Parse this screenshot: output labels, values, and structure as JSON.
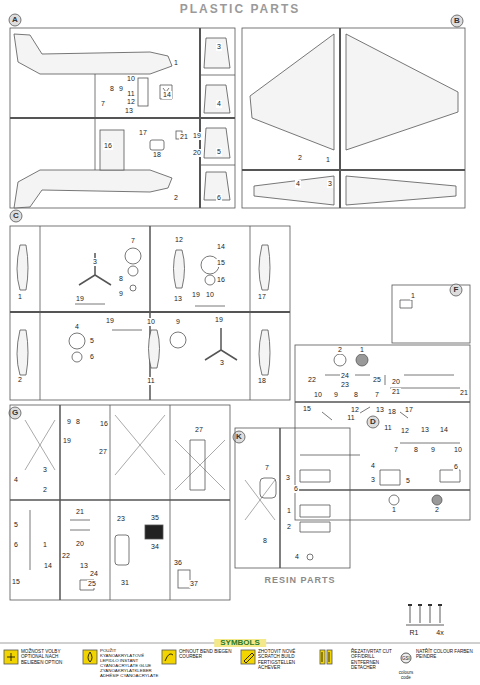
{
  "diagram": {
    "title": "PLASTIC PARTS",
    "labels": [
      "A",
      "1",
      "2",
      "3",
      "4",
      "5",
      "6",
      "10",
      "8",
      "9",
      "11",
      "12",
      "13",
      "7",
      "14",
      "21",
      "16",
      "17",
      "18",
      "19",
      "20",
      "B",
      "2",
      "1",
      "4",
      "3",
      "C",
      "1",
      "3",
      "7",
      "8",
      "9",
      "12",
      "13",
      "14",
      "15",
      "16",
      "19",
      "10",
      "17",
      "19",
      "2",
      "4",
      "19",
      "5",
      "6",
      "10",
      "11",
      "9",
      "19",
      "3",
      "18",
      "F",
      "1",
      "2",
      "1",
      "22",
      "24",
      "23",
      "25",
      "10",
      "9",
      "8",
      "7",
      "20",
      "21",
      "21",
      "15",
      "12",
      "11",
      "13",
      "18",
      "17",
      "D",
      "11",
      "12",
      "13",
      "14",
      "7",
      "8",
      "9",
      "10",
      "4",
      "3",
      "5",
      "6",
      "1",
      "2",
      "G",
      "9",
      "8",
      "16",
      "27",
      "19",
      "27",
      "4",
      "3",
      "2",
      "5",
      "6",
      "1",
      "21",
      "20",
      "23",
      "35",
      "34",
      "22",
      "14",
      "13",
      "15",
      "24",
      "25",
      "31",
      "36",
      "37",
      "K",
      "7",
      "3",
      "6",
      "1",
      "2",
      "8",
      "4",
      "RESIN PARTS",
      "R1",
      "4x",
      "SYMBOLS",
      "GSI",
      "colours code"
    ],
    "legend": [
      {
        "text": "MOŽNOST VOLBY OPTIONAL NACH BELIEBEN OPTION"
      },
      {
        "text": "POUŽIT KYANOAKRYLÁTOVÉ LEPIDLO INSTANT CYANOACRYLATE GLUE ZYANOAKRYLATKLEBER ADHÉSIF CYANOACRYLATE"
      },
      {
        "text": "OHNOUT BEND BIEGEN COURBER"
      },
      {
        "text": "ZHOTOVIT NOVÉ SCRATCH BUILD FERTIGSTELLEN ACHEVER"
      },
      {
        "text": "ŘEZAT/VRTAT CUT OFF/DRILL ENTFERNEN DETACHER"
      },
      {
        "text": "NATŘÍT COLOUR FARBEN PEINDRE"
      }
    ]
  }
}
